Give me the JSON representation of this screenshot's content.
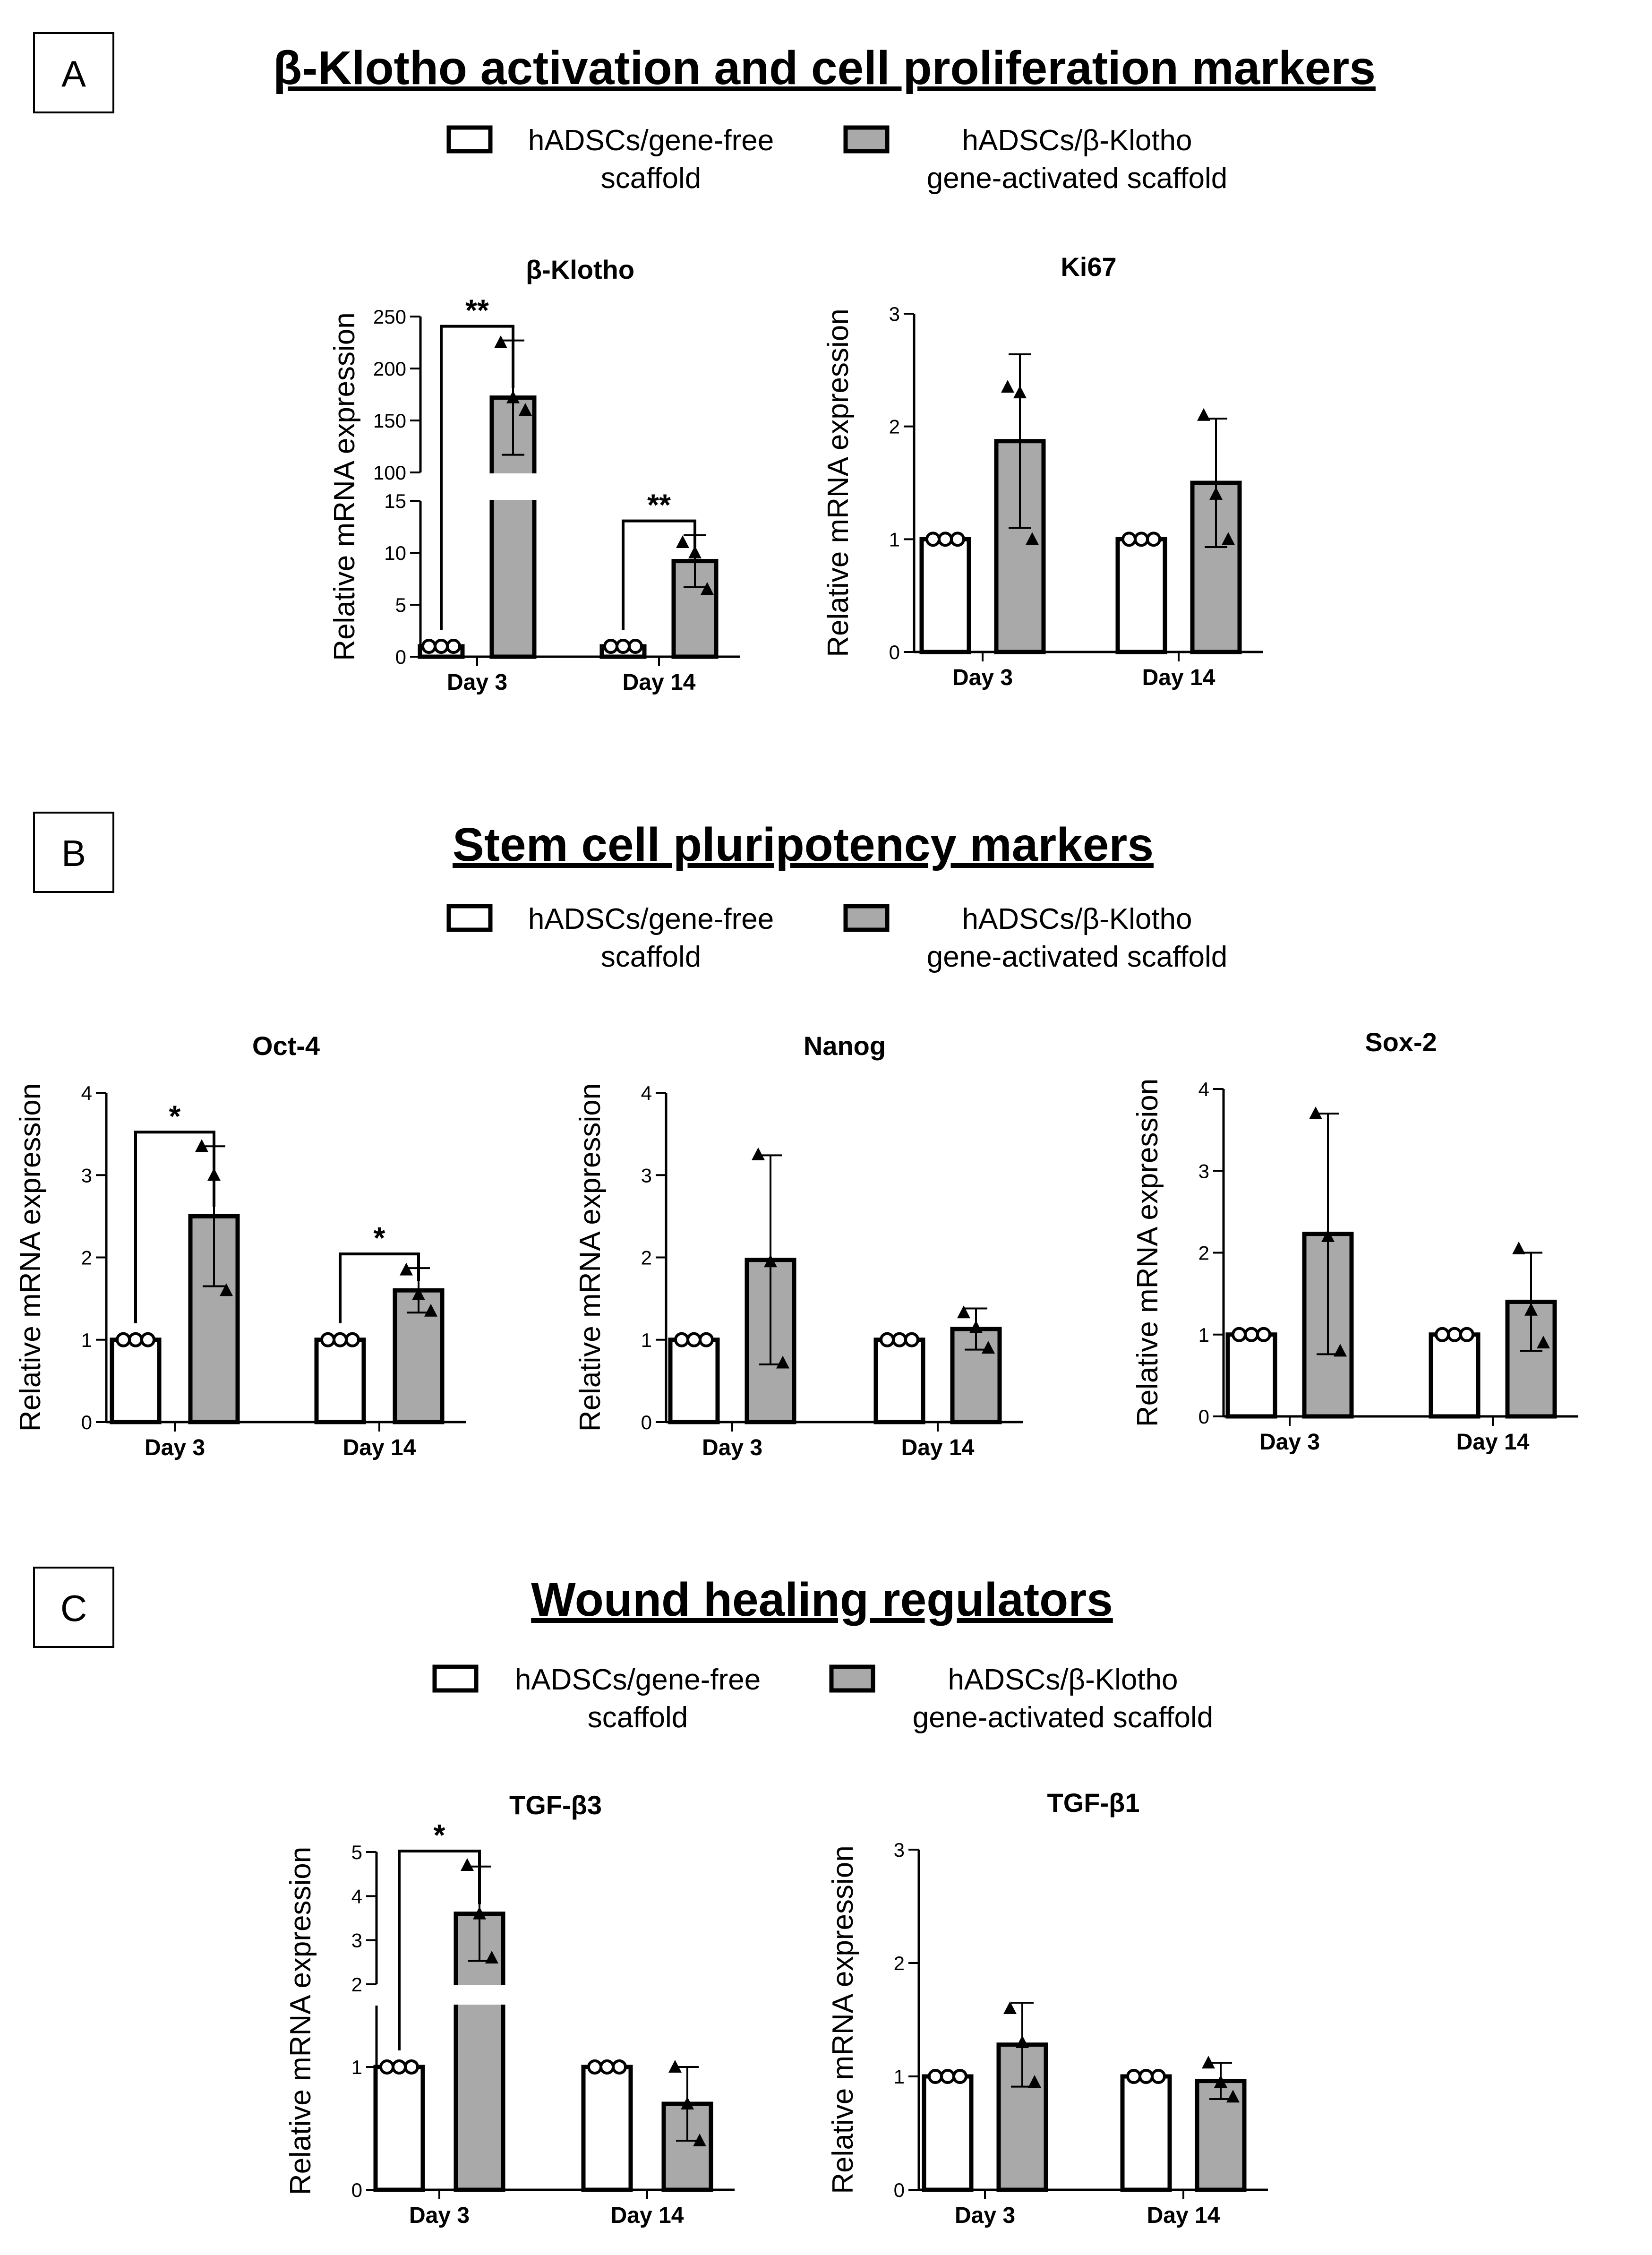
{
  "figure": {
    "panels": [
      {
        "letter": "A",
        "title": "β-Klotho activation and cell proliferation markers",
        "legend": [
          {
            "line1": "hADSCs/gene-free",
            "line2": "scaffold",
            "fill": "#ffffff"
          },
          {
            "line1": "hADSCs/β-Klotho",
            "line2": "gene-activated scaffold",
            "fill": "#a9a9a9"
          }
        ]
      },
      {
        "letter": "B",
        "title": "Stem cell pluripotency markers",
        "legend": [
          {
            "line1": "hADSCs/gene-free",
            "line2": "scaffold",
            "fill": "#ffffff"
          },
          {
            "line1": "hADSCs/β-Klotho",
            "line2": "gene-activated scaffold",
            "fill": "#a9a9a9"
          }
        ]
      },
      {
        "letter": "C",
        "title": "Wound healing regulators",
        "legend": [
          {
            "line1": "hADSCs/gene-free",
            "line2": "scaffold",
            "fill": "#ffffff"
          },
          {
            "line1": "hADSCs/β-Klotho",
            "line2": "gene-activated scaffold",
            "fill": "#a9a9a9"
          }
        ]
      }
    ]
  },
  "chart_data": [
    {
      "type": "bar",
      "title": "β-Klotho",
      "ylabel": "Relative mRNA expression",
      "categories": [
        "Day 3",
        "Day 14"
      ],
      "axis_break": {
        "lower": [
          0,
          15
        ],
        "upper": [
          100,
          250
        ]
      },
      "ticks_lower": [
        0,
        5,
        10,
        15
      ],
      "ticks_upper": [
        100,
        150,
        200,
        250
      ],
      "series": [
        {
          "fill": "#ffffff",
          "values": [
            1,
            1
          ],
          "points": [
            [
              1,
              1,
              1
            ],
            [
              1,
              1,
              1
            ]
          ],
          "marker": "circle"
        },
        {
          "fill": "#a9a9a9",
          "values": [
            172,
            9.2
          ],
          "error": [
            55,
            2.5
          ],
          "points": [
            [
              225,
              172,
              160
            ],
            [
              11,
              10,
              6.5
            ]
          ],
          "marker": "triangle"
        }
      ],
      "significance": [
        {
          "category": 0,
          "label": "**"
        },
        {
          "category": 1,
          "label": "**"
        }
      ]
    },
    {
      "type": "bar",
      "title": "Ki67",
      "ylabel": "Relative mRNA expression",
      "categories": [
        "Day 3",
        "Day 14"
      ],
      "ylim": [
        0,
        3
      ],
      "ticks": [
        0,
        1,
        2,
        3
      ],
      "series": [
        {
          "fill": "#ffffff",
          "values": [
            1,
            1
          ],
          "points": [
            [
              1,
              1,
              1
            ],
            [
              1,
              1,
              1
            ]
          ],
          "marker": "circle"
        },
        {
          "fill": "#a9a9a9",
          "values": [
            1.87,
            1.5
          ],
          "error": [
            0.77,
            0.57
          ],
          "points": [
            [
              2.35,
              2.3,
              1.0
            ],
            [
              2.1,
              1.4,
              1.0
            ]
          ],
          "marker": "triangle"
        }
      ],
      "significance": []
    },
    {
      "type": "bar",
      "title": "Oct-4",
      "ylabel": "Relative mRNA expression",
      "categories": [
        "Day 3",
        "Day 14"
      ],
      "ylim": [
        0,
        4
      ],
      "ticks": [
        0,
        1,
        2,
        3,
        4
      ],
      "series": [
        {
          "fill": "#ffffff",
          "values": [
            1,
            1
          ],
          "points": [
            [
              1,
              1,
              1
            ],
            [
              1,
              1,
              1
            ]
          ],
          "marker": "circle"
        },
        {
          "fill": "#a9a9a9",
          "values": [
            2.5,
            1.6
          ],
          "error": [
            0.85,
            0.27
          ],
          "points": [
            [
              3.35,
              3.0,
              1.6
            ],
            [
              1.85,
              1.55,
              1.35
            ]
          ],
          "marker": "triangle"
        }
      ],
      "significance": [
        {
          "category": 0,
          "label": "*"
        },
        {
          "category": 1,
          "label": "*"
        }
      ]
    },
    {
      "type": "bar",
      "title": "Nanog",
      "ylabel": "Relative mRNA expression",
      "categories": [
        "Day 3",
        "Day 14"
      ],
      "ylim": [
        0,
        4
      ],
      "ticks": [
        0,
        1,
        2,
        3,
        4
      ],
      "series": [
        {
          "fill": "#ffffff",
          "values": [
            1,
            1
          ],
          "points": [
            [
              1,
              1,
              1
            ],
            [
              1,
              1,
              1
            ]
          ],
          "marker": "circle"
        },
        {
          "fill": "#a9a9a9",
          "values": [
            1.97,
            1.13
          ],
          "error": [
            1.27,
            0.25
          ],
          "points": [
            [
              3.25,
              1.95,
              0.72
            ],
            [
              1.33,
              1.15,
              0.9
            ]
          ],
          "marker": "triangle"
        }
      ],
      "significance": []
    },
    {
      "type": "bar",
      "title": "Sox-2",
      "ylabel": "Relative mRNA expression",
      "categories": [
        "Day 3",
        "Day 14"
      ],
      "ylim": [
        0,
        4
      ],
      "ticks": [
        0,
        1,
        2,
        3,
        4
      ],
      "series": [
        {
          "fill": "#ffffff",
          "values": [
            1,
            1
          ],
          "points": [
            [
              1,
              1,
              1
            ],
            [
              1,
              1,
              1
            ]
          ],
          "marker": "circle"
        },
        {
          "fill": "#a9a9a9",
          "values": [
            2.23,
            1.4
          ],
          "error": [
            1.47,
            0.6
          ],
          "points": [
            [
              3.7,
              2.2,
              0.8
            ],
            [
              2.05,
              1.3,
              0.9
            ]
          ],
          "marker": "triangle"
        }
      ],
      "significance": []
    },
    {
      "type": "bar",
      "title": "TGF-β3",
      "ylabel": "Relative mRNA expression",
      "categories": [
        "Day 3",
        "Day 14"
      ],
      "axis_break": {
        "lower": [
          0,
          1.5
        ],
        "upper": [
          2,
          5
        ]
      },
      "ticks_lower": [
        0,
        1
      ],
      "ticks_upper": [
        2,
        3,
        4,
        5
      ],
      "series": [
        {
          "fill": "#ffffff",
          "values": [
            1,
            1
          ],
          "points": [
            [
              1,
              1,
              1
            ],
            [
              1,
              1,
              1
            ]
          ],
          "marker": "circle"
        },
        {
          "fill": "#a9a9a9",
          "values": [
            3.6,
            0.7
          ],
          "error": [
            1.07,
            0.3
          ],
          "points": [
            [
              4.7,
              3.6,
              2.6
            ],
            [
              1.0,
              0.7,
              0.4
            ]
          ],
          "marker": "triangle"
        }
      ],
      "significance": [
        {
          "category": 0,
          "label": "*"
        }
      ]
    },
    {
      "type": "bar",
      "title": "TGF-β1",
      "ylabel": "Relative mRNA expression",
      "categories": [
        "Day 3",
        "Day 14"
      ],
      "ylim": [
        0,
        3
      ],
      "ticks": [
        0,
        1,
        2,
        3
      ],
      "series": [
        {
          "fill": "#ffffff",
          "values": [
            1,
            1
          ],
          "points": [
            [
              1,
              1,
              1
            ],
            [
              1,
              1,
              1
            ]
          ],
          "marker": "circle"
        },
        {
          "fill": "#a9a9a9",
          "values": [
            1.28,
            0.96
          ],
          "error": [
            0.37,
            0.16
          ],
          "points": [
            [
              1.6,
              1.3,
              0.95
            ],
            [
              1.12,
              0.95,
              0.82
            ]
          ],
          "marker": "triangle"
        }
      ],
      "significance": []
    }
  ]
}
